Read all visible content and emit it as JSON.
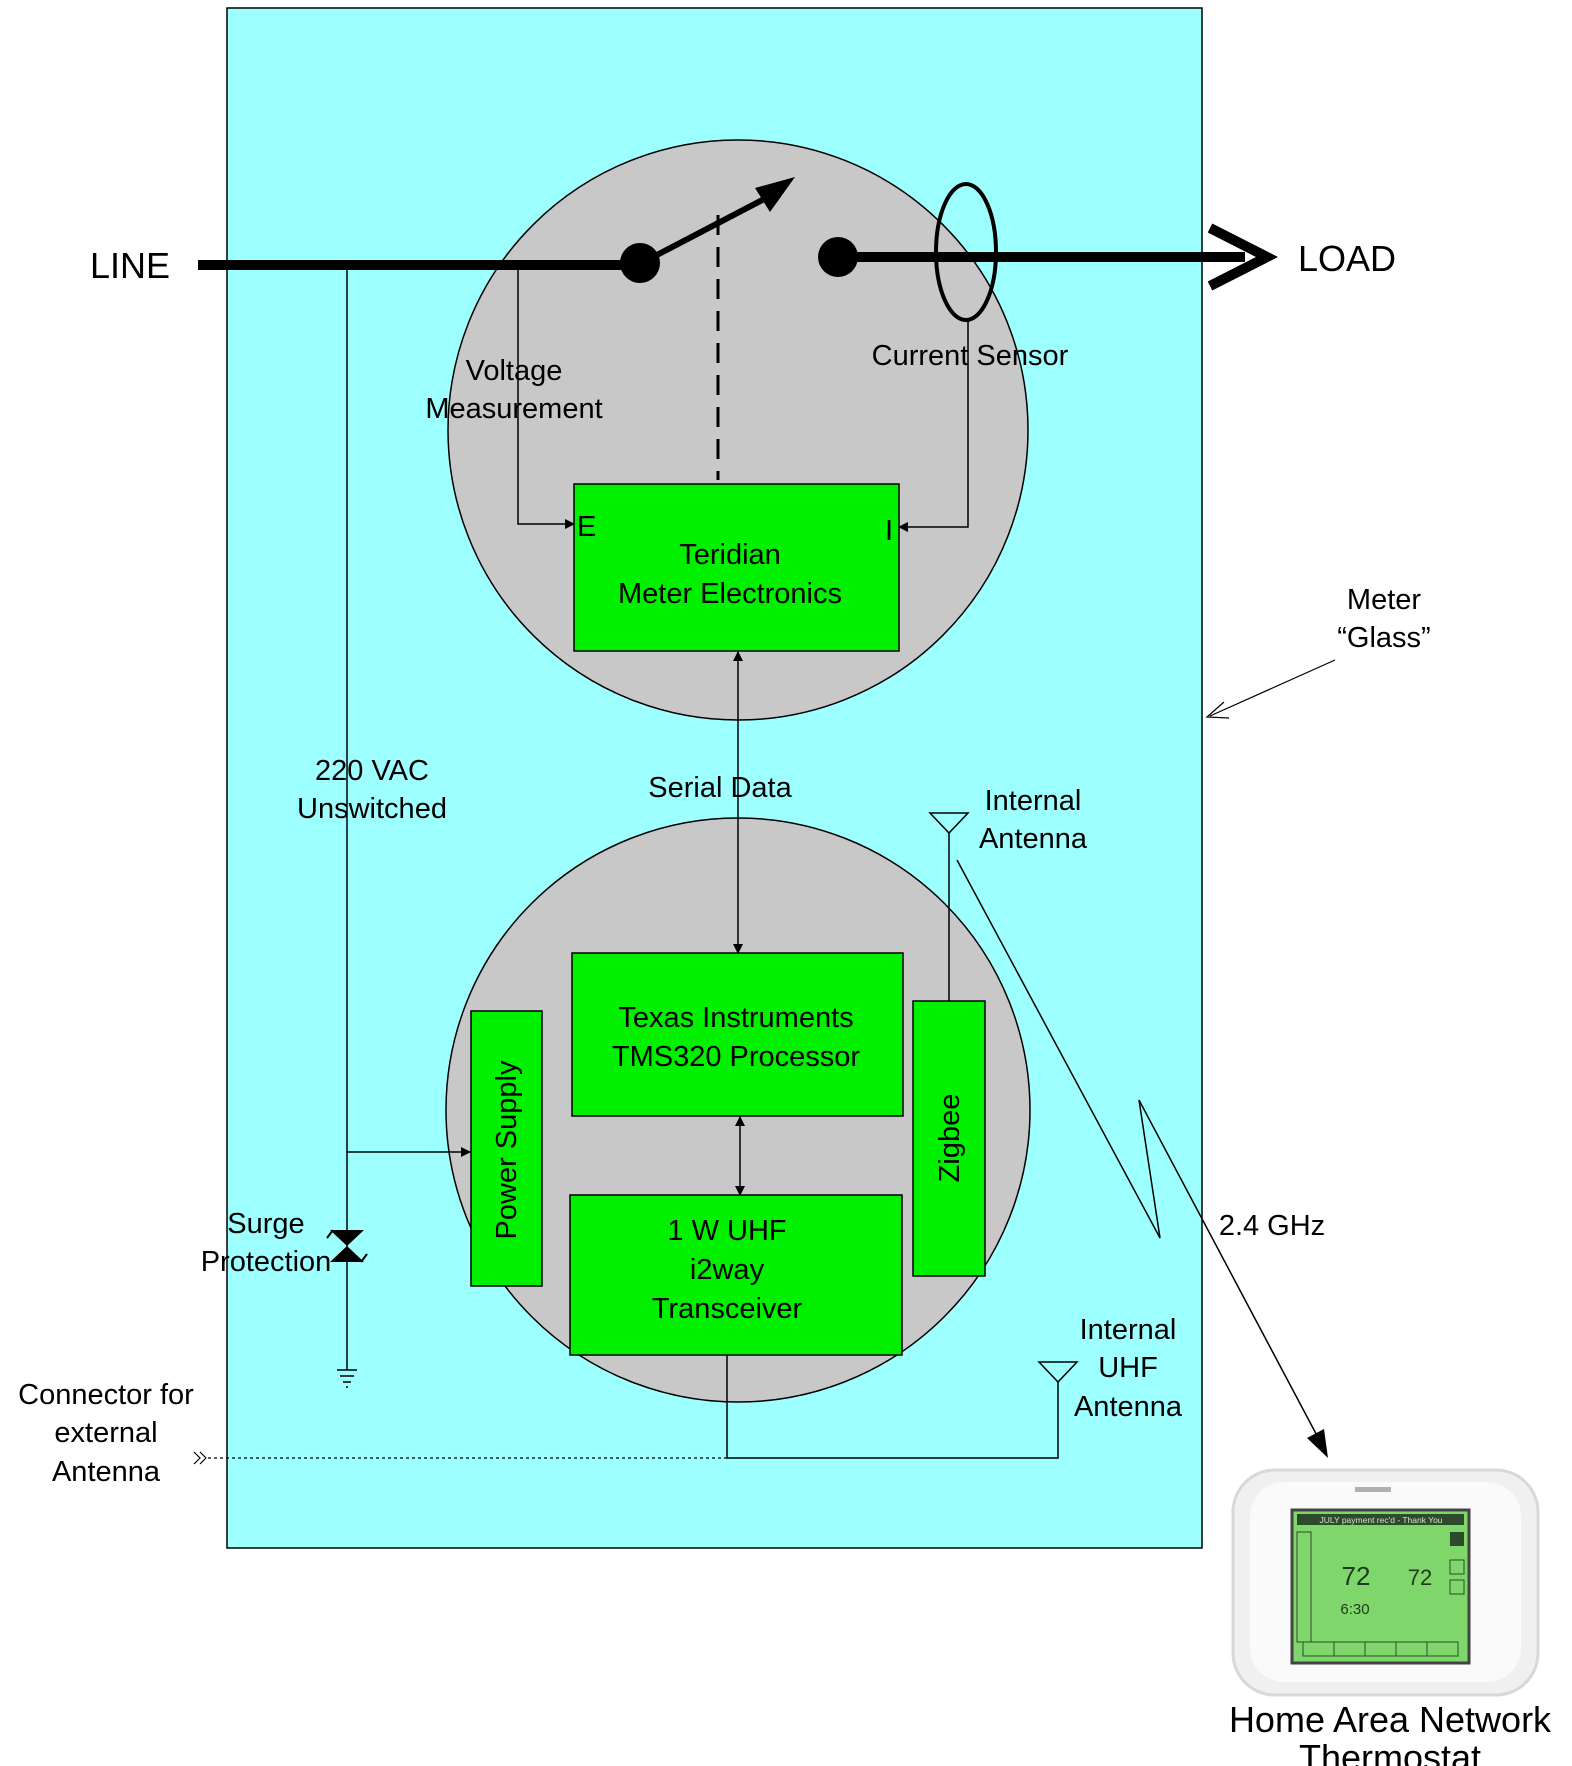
{
  "colors": {
    "meter_glass": "#9effff",
    "circle": "#c8c8c8",
    "module": "#00f000",
    "line": "#000000"
  },
  "labels": {
    "line": "LINE",
    "load": "LOAD",
    "voltage_measurement": [
      "Voltage",
      "Measurement"
    ],
    "current_sensor": "Current Sensor",
    "teridian": [
      "Teridian",
      "Meter Electronics"
    ],
    "port_e": "E",
    "port_i": "I",
    "meter_glass": [
      "Meter",
      "“Glass”"
    ],
    "vac": [
      "220 VAC",
      "Unswitched"
    ],
    "serial_data": "Serial Data",
    "internal_antenna": [
      "Internal",
      "Antenna"
    ],
    "ti_processor": [
      "Texas Instruments",
      "TMS320 Processor"
    ],
    "power_supply": "Power Supply",
    "zigbee": "Zigbee",
    "uhf_transceiver": [
      "1 W UHF",
      "i2way",
      "Transceiver"
    ],
    "surge_protection": [
      "Surge",
      "Protection"
    ],
    "ghz": "2.4 GHz",
    "internal_uhf_antenna": [
      "Internal",
      "UHF",
      "Antenna"
    ],
    "connector": [
      "Connector for",
      "external",
      "Antenna"
    ],
    "home_area_network": [
      "Home Area Network",
      "Thermostat"
    ]
  },
  "thermostat_screen": {
    "banner": "JULY payment rec'd - Thank You",
    "temp_left": "72",
    "temp_right": "72",
    "time": "6:30"
  }
}
